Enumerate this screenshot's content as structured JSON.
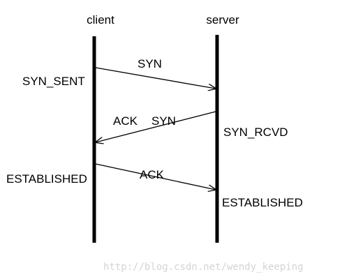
{
  "diagram": {
    "client_label": "client",
    "server_label": "server",
    "messages": [
      {
        "label_left": "SYN",
        "label_right": ""
      },
      {
        "label_left": "ACK",
        "label_right": "SYN"
      },
      {
        "label_left": "ACK",
        "label_right": ""
      }
    ],
    "client_states": [
      "SYN_SENT",
      "ESTABLISHED"
    ],
    "server_states": [
      "SYN_RCVD",
      "ESTABLISHED"
    ],
    "line_color": "#000000"
  },
  "watermark": "http://blog.csdn.net/wendy_keeping"
}
